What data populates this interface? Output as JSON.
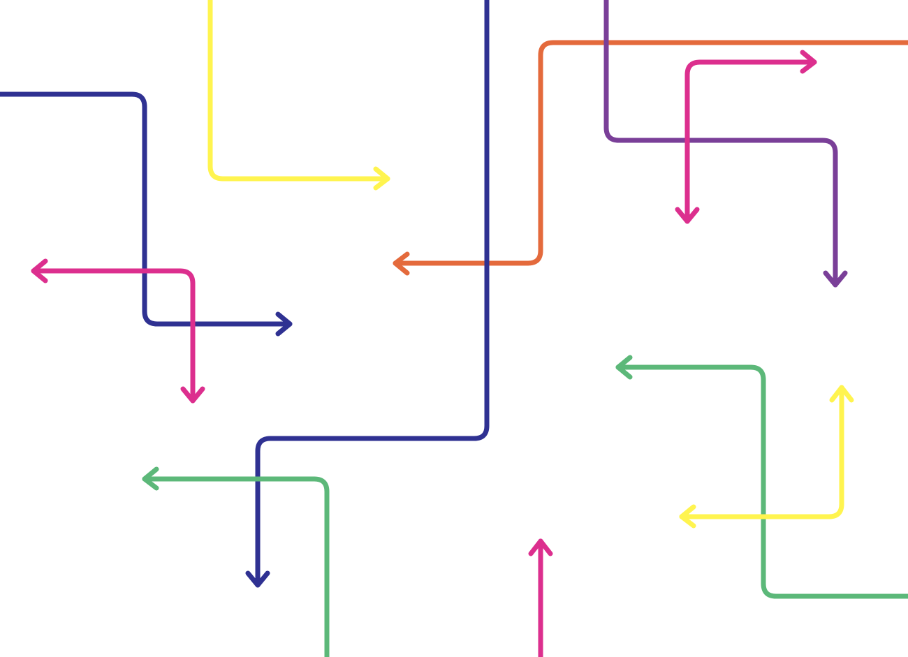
{
  "palette": {
    "navy": "#2f3192",
    "yellow": "#fff44f",
    "orange": "#e46a3c",
    "magenta": "#dc2f8e",
    "purple": "#7a3f98",
    "green": "#5cb879",
    "background": "#ffffff"
  },
  "arrows": [
    {
      "id": "navy-arrow-left",
      "color": "navy",
      "direction": "right"
    },
    {
      "id": "navy-arrow-center",
      "color": "navy",
      "direction": "down"
    },
    {
      "id": "yellow-arrow-top",
      "color": "yellow",
      "direction": "right"
    },
    {
      "id": "orange-arrow",
      "color": "orange",
      "direction": "left"
    },
    {
      "id": "purple-arrow",
      "color": "purple",
      "direction": "down"
    },
    {
      "id": "magenta-arrow-top-right",
      "color": "magenta",
      "direction": "right-and-down"
    },
    {
      "id": "magenta-arrow-left",
      "color": "magenta",
      "direction": "left-and-down"
    },
    {
      "id": "green-arrow-left",
      "color": "green",
      "direction": "left"
    },
    {
      "id": "green-arrow-right",
      "color": "green",
      "direction": "left"
    },
    {
      "id": "yellow-arrow-right",
      "color": "yellow",
      "direction": "up-and-left"
    },
    {
      "id": "magenta-arrow-bottom",
      "color": "magenta",
      "direction": "up"
    }
  ]
}
